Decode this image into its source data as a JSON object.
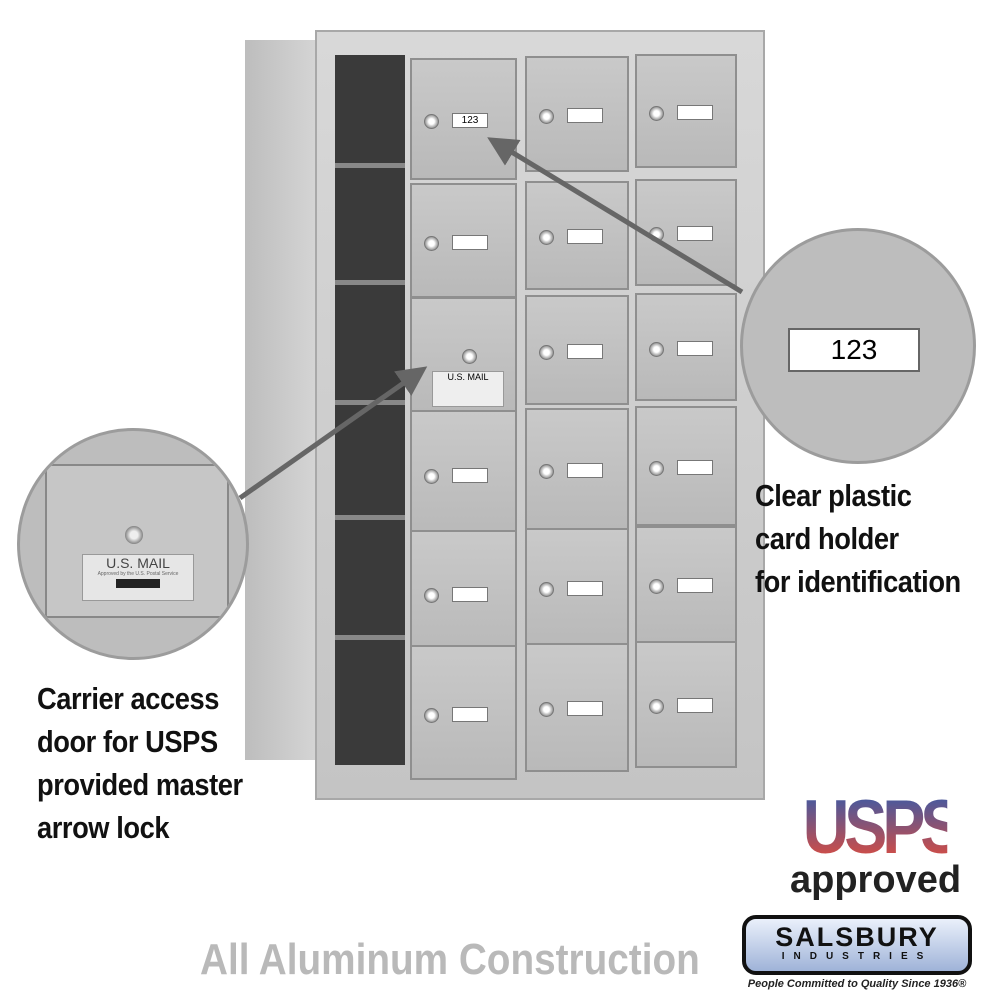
{
  "product": {
    "columns": 3,
    "rows": 6,
    "sample_card_number": "123",
    "carrier_door_label": "U.S. MAIL",
    "carrier_door_sublabel": "Approved by the U.S. Postal Service"
  },
  "callouts": {
    "card_holder": {
      "number": "123",
      "lines": [
        "Clear plastic",
        "card holder",
        "for identification"
      ]
    },
    "carrier_door": {
      "label": "U.S. MAIL",
      "sublabel": "Approved by the U.S. Postal Service",
      "lines": [
        "Carrier access",
        "door for USPS",
        "provided master",
        "arrow lock"
      ]
    }
  },
  "footer": {
    "text": "All Aluminum Construction"
  },
  "badges": {
    "usps": {
      "main": "USPS",
      "sub": "approved"
    },
    "salsbury": {
      "name": "SALSBURY",
      "sub": "INDUSTRIES",
      "tagline": "People Committed to Quality Since 1936®"
    }
  }
}
